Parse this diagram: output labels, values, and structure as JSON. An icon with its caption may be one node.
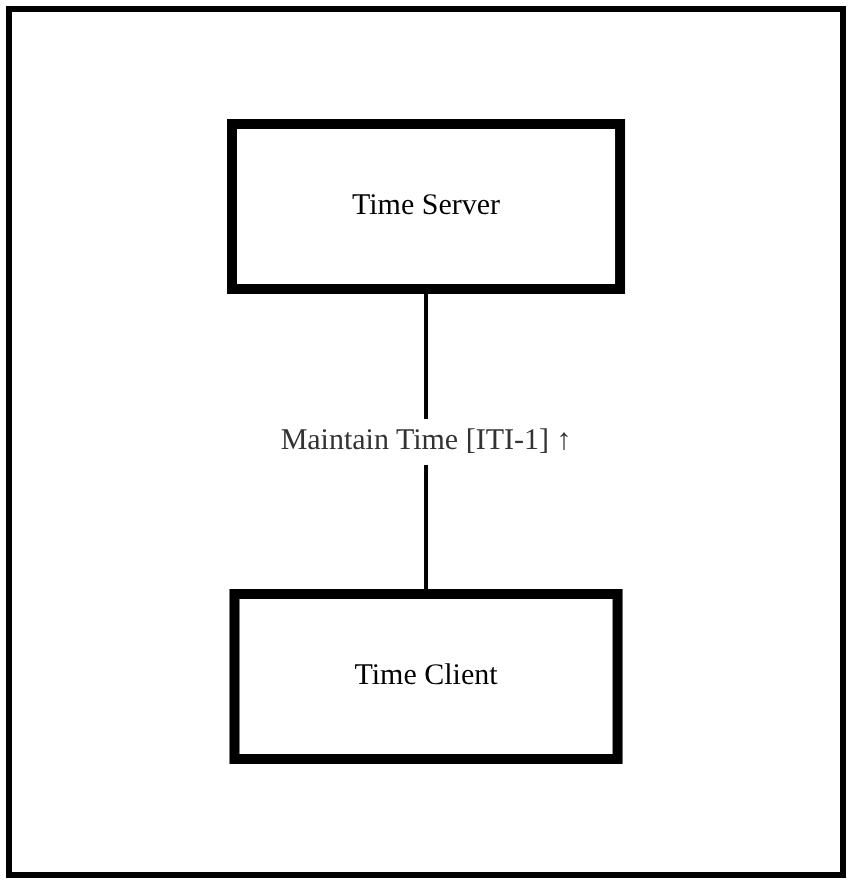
{
  "diagram": {
    "nodes": [
      {
        "text": [
          "Time Server"
        ]
      },
      {
        "text": [
          "Time Client"
        ]
      }
    ],
    "edges": [
      {
        "from": 0,
        "to": 1,
        "arrow": "none",
        "label": "Maintain Time [ITI-1] ↑"
      }
    ]
  }
}
